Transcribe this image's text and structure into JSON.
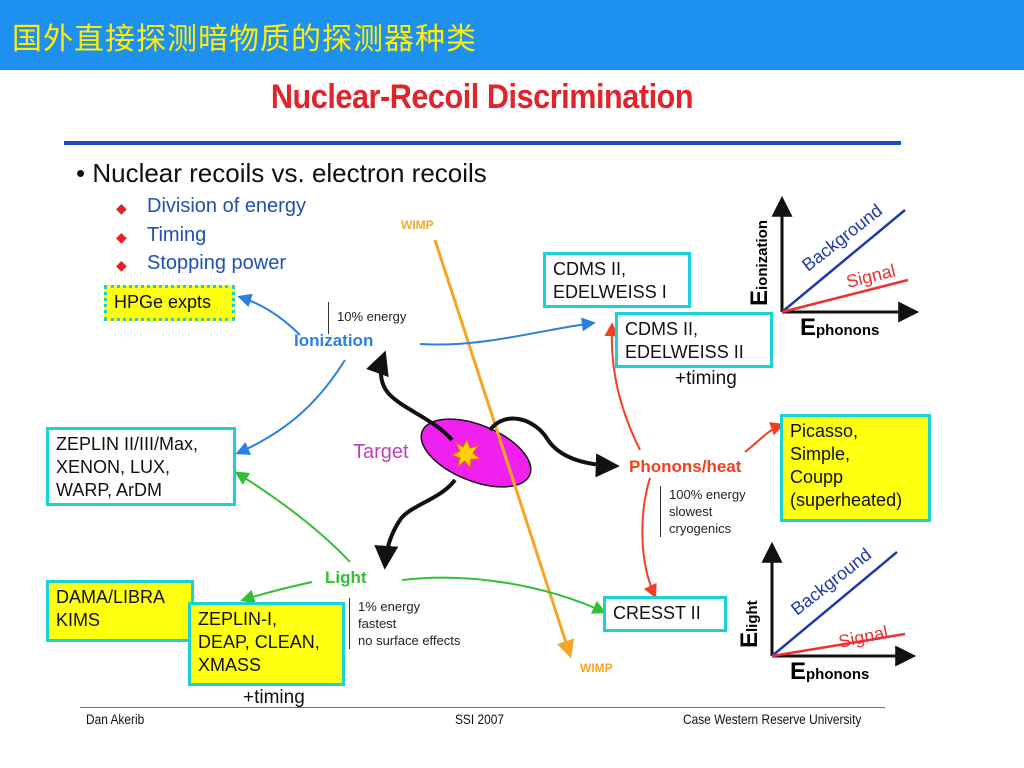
{
  "header": {
    "title": "国外直接探测暗物质的探测器种类"
  },
  "slide": {
    "title": "Nuclear-Recoil Discrimination",
    "bullet": "• Nuclear recoils vs. electron recoils",
    "sub_bullets": [
      "Division of energy",
      "Timing",
      "Stopping power"
    ]
  },
  "diagram": {
    "target": "Target",
    "wimp_top": "WIMP",
    "wimp_bottom": "WIMP",
    "ionization": "Ionization",
    "phonons": "Phonons/heat",
    "light": "Light",
    "note_ionization": "10% energy",
    "note_phonons": [
      "100% energy",
      "slowest",
      "cryogenics"
    ],
    "note_light": [
      "1% energy",
      "fastest",
      "no surface effects"
    ],
    "timing_1": "+timing",
    "timing_2": "+timing"
  },
  "boxes": {
    "hpge": "HPGe expts",
    "cdms_edelweiss_1": [
      "CDMS II,",
      "EDELWEISS I"
    ],
    "cdms_edelweiss_2": [
      "CDMS II,",
      "EDELWEISS II"
    ],
    "zeplin_xenon": [
      "ZEPLIN II/III/Max,",
      "XENON, LUX,",
      "WARP, ArDM"
    ],
    "picasso": [
      "Picasso,",
      "Simple,",
      "Coupp",
      "(superheated)"
    ],
    "dama": [
      "DAMA/LIBRA",
      "KIMS"
    ],
    "zeplin_deap": [
      "ZEPLIN-I,",
      "DEAP, CLEAN,",
      "XMASS"
    ],
    "cresst": "CRESST II"
  },
  "plot_top": {
    "ylabel_main": "E",
    "ylabel_sub": "ionization",
    "xlabel_main": "E",
    "xlabel_sub": "phonons",
    "background": "Background",
    "signal": "Signal"
  },
  "plot_bottom": {
    "ylabel_main": "E",
    "ylabel_sub": "light",
    "xlabel_main": "E",
    "xlabel_sub": "phonons",
    "background": "Background",
    "signal": "Signal"
  },
  "footer": {
    "left": "Dan Akerib",
    "center": "SSI 2007",
    "right": "Case Western Reserve University"
  },
  "colors": {
    "header_bg": "#1e90f0",
    "header_text": "#ffee00",
    "title_red": "#e0242c",
    "rule_blue": "#1f49c8",
    "ionization_blue": "#2a80e0",
    "light_green": "#30c030",
    "phonon_red": "#f04020",
    "wimp_orange": "#f6a623",
    "target_magenta": "#f020f0",
    "box_cyan": "#19d2d8",
    "box_yellow": "#ffff10"
  }
}
